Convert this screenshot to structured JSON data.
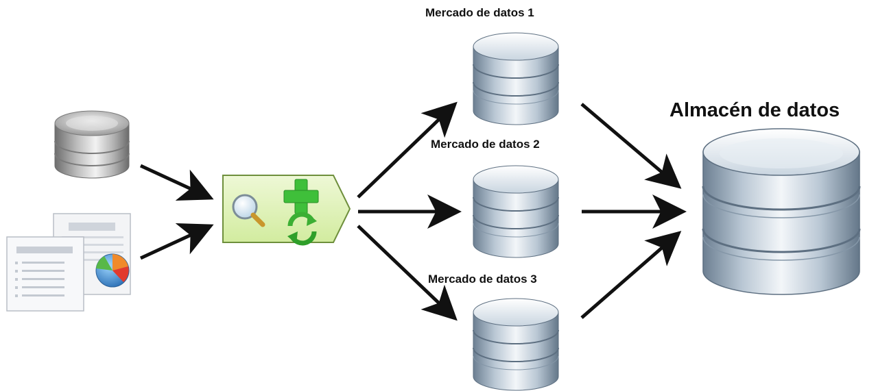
{
  "labels": {
    "warehouse": "Almacén de datos",
    "mart_1": "Mercado de datos 1",
    "mart_2": "Mercado de datos 2",
    "mart_3": "Mercado de datos 3"
  },
  "icons": {
    "source_database": "database-icon",
    "source_documents": "documents-with-pie-chart-icon",
    "etl_process": "etl-process-icon",
    "search": "magnifier-icon",
    "add": "plus-icon",
    "refresh": "refresh-icon",
    "data_mart": "database-icon",
    "data_warehouse": "database-icon"
  },
  "colors": {
    "etl_box_fill": "#dff2b8",
    "plus_green": "#3fbf3a",
    "arrow": "#111111",
    "cylinder_blue": "#9fb1c2",
    "source_cylinder_gray": "#a9a9a9"
  }
}
